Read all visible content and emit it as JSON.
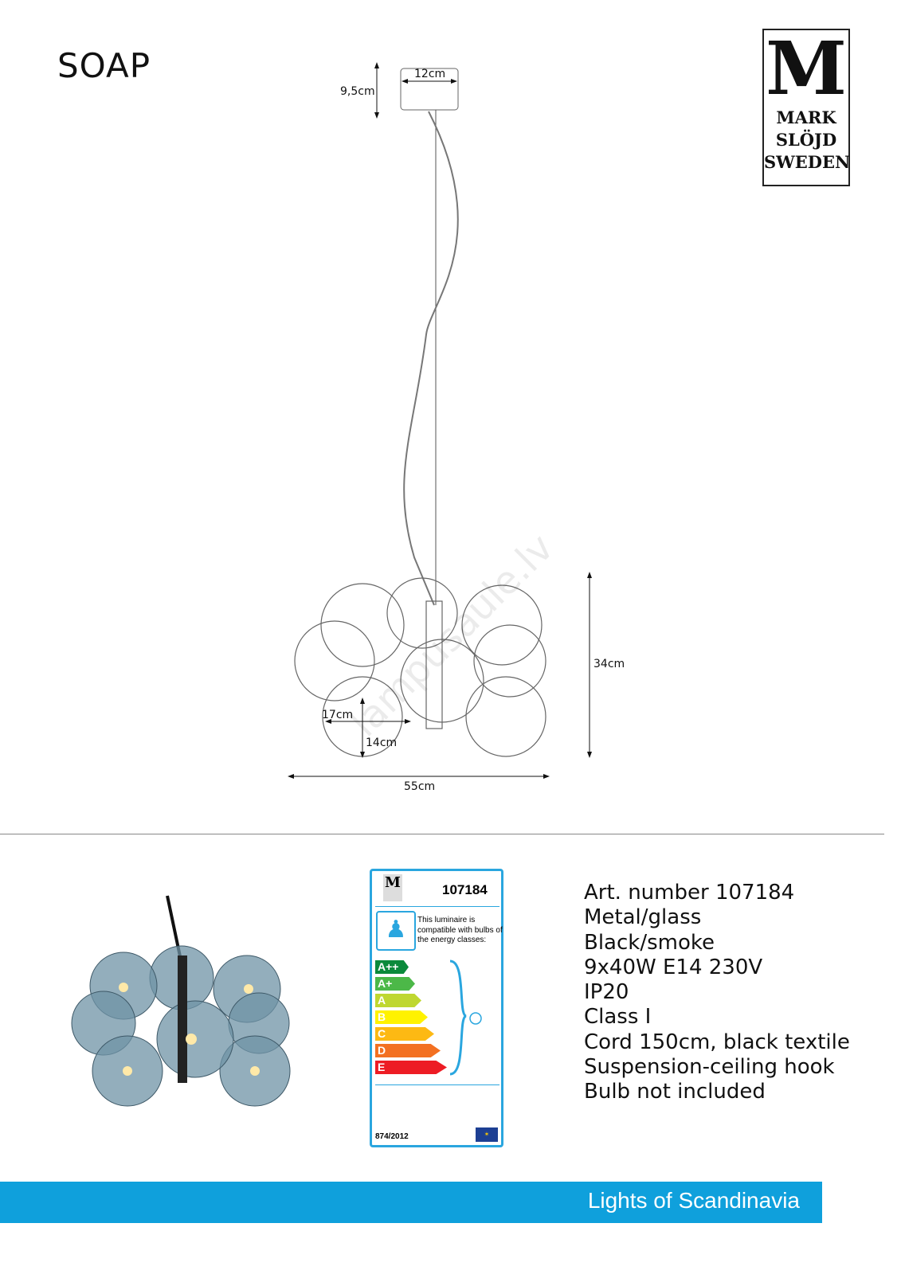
{
  "title": "SOAP",
  "brand": {
    "line1": "M",
    "line2": "MARK",
    "line3": "SLÖJD",
    "line4": "SWEDEN"
  },
  "watermark": "lampusaule.lv",
  "dimensions": {
    "canopy_width": "12cm",
    "canopy_height": "9,5cm",
    "height": "34cm",
    "width": "55cm",
    "shade_height": "17cm",
    "shade_width": "14cm"
  },
  "energy_label": {
    "art_number": "107184",
    "compat_text": "This luminaire is compatible with bulbs of the energy classes:",
    "classes": [
      "A++",
      "A+",
      "A",
      "B",
      "C",
      "D",
      "E"
    ],
    "class_colors": [
      "#0b8a3b",
      "#4cb848",
      "#bfd730",
      "#fff200",
      "#fdb913",
      "#f37021",
      "#ed1c24"
    ],
    "regulation": "874/2012"
  },
  "spec": [
    "Art. number 107184",
    "Metal/glass",
    "Black/smoke",
    "9x40W E14 230V",
    "IP20",
    "Class I",
    "Cord 150cm, black textile",
    "Suspension-ceiling hook",
    "Bulb not included"
  ],
  "footer": "Lights of Scandinavia",
  "colors": {
    "accent": "#0fa0dc"
  }
}
